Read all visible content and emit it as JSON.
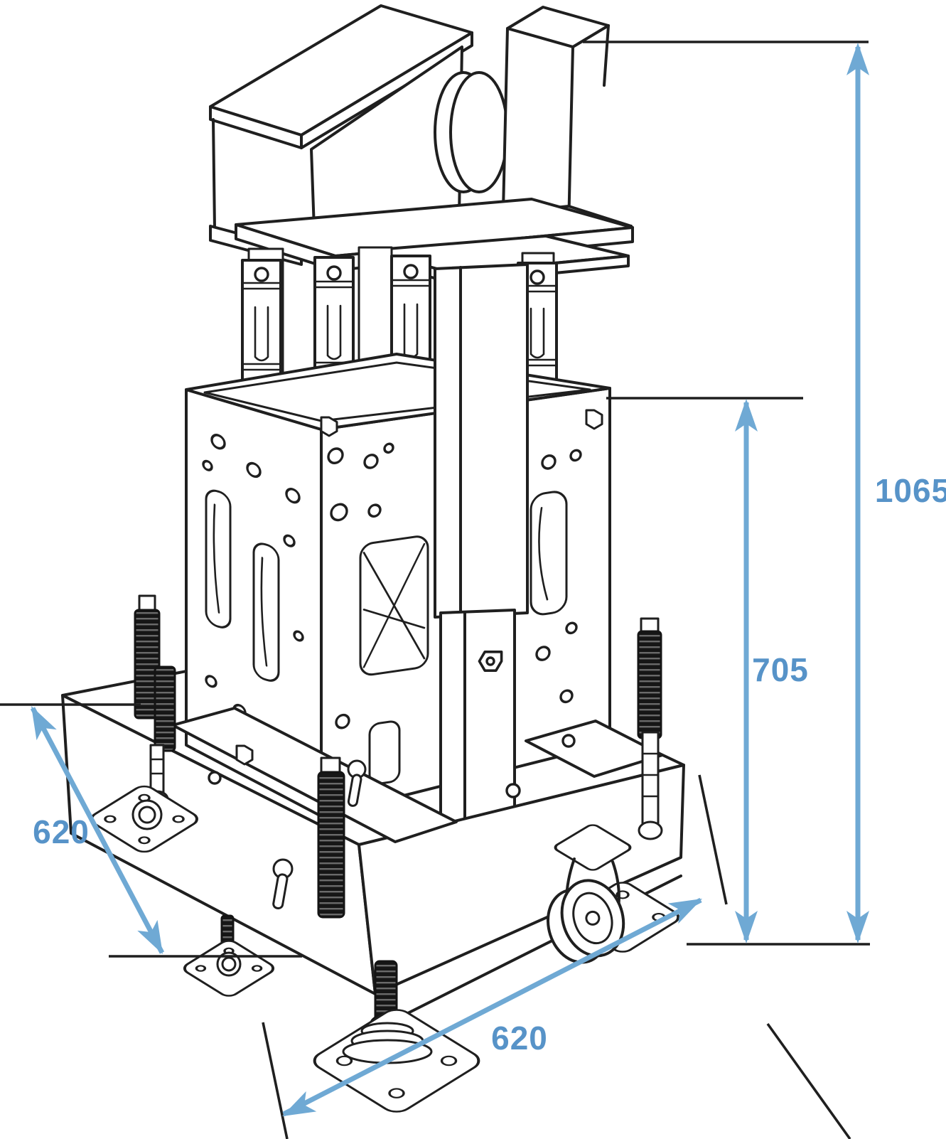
{
  "page": {
    "background": "#ffffff"
  },
  "drawing": {
    "type": "isometric-technical-drawing",
    "subject": "ground-support sleeve block base with mast, truss adapters, leveling jacks and casters",
    "line_color": "#1f1f1f",
    "dimension_line_color": "#6fa9d4",
    "dimension_text_color": "#5793c8"
  },
  "dimensions": {
    "total_height": {
      "label": "1065",
      "orientation": "vertical",
      "side": "right"
    },
    "sleeve_height": {
      "label": "705",
      "orientation": "vertical",
      "side": "right-inner"
    },
    "base_depth": {
      "label": "620",
      "orientation": "diagonal",
      "side": "left"
    },
    "base_width": {
      "label": "620",
      "orientation": "diagonal",
      "side": "bottom"
    }
  }
}
